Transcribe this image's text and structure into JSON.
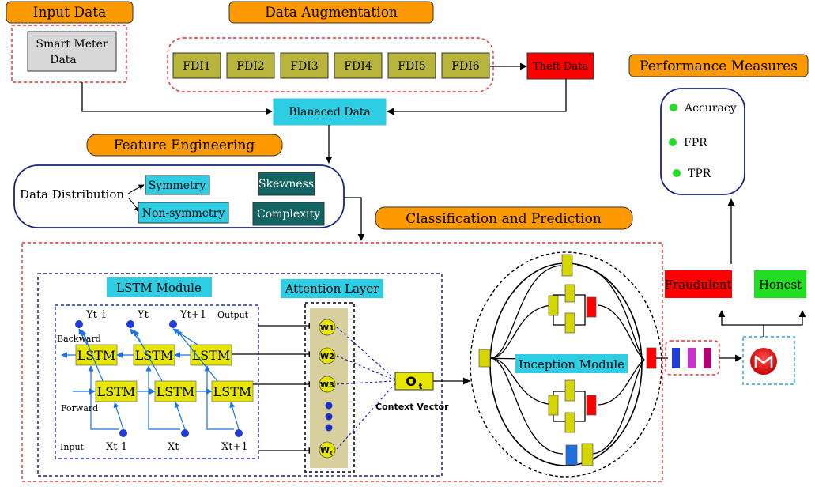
{
  "headers": {
    "input_data": "Input Data",
    "data_augmentation": "Data Augmentation",
    "feature_engineering": "Feature Engineering",
    "classification": "Classification and Prediction",
    "performance": "Performance Measures"
  },
  "input": {
    "smart_meter_line1": "Smart Meter",
    "smart_meter_line2": "Data"
  },
  "augmentation": {
    "fdi": [
      "FDI1",
      "FDI2",
      "FDI3",
      "FDI4",
      "FDI5",
      "FDI6"
    ],
    "theft": "Theft Data",
    "balanced": "Blanaced Data"
  },
  "feature": {
    "data_distribution": "Data Distribution",
    "symmetry": "Symmetry",
    "non_symmetry": "Non-symmetry",
    "skewness": "Skewness",
    "complexity": "Complexity"
  },
  "lstm": {
    "module": "LSTM Module",
    "cell": "LSTM",
    "outputs": [
      "Yt-1",
      "Yt",
      "Yt+1"
    ],
    "inputs": [
      "Xt-1",
      "Xt",
      "Xt+1"
    ],
    "output_label": "Output",
    "input_label": "Input",
    "backward": "Backward",
    "forward": "Forward"
  },
  "attention": {
    "layer": "Attention Layer",
    "weights": [
      "W1",
      "W2",
      "W3"
    ],
    "last_weight": "W",
    "last_sub": "t",
    "ot": "O",
    "ot_sub": "t",
    "context_vector": "Context Vector"
  },
  "inception": {
    "label": "Inception Module"
  },
  "results": {
    "fraudulent": "Fraudulent",
    "honest": "Honest"
  },
  "performance": {
    "metrics": [
      "Accuracy",
      "FPR",
      "TPR"
    ]
  },
  "colors": {
    "orange": "#ff9900",
    "cyan": "#2ecde3",
    "olive": "#b9b43b",
    "red": "#ff0000",
    "teal": "#126463",
    "yellow": "#e6e600",
    "blue": "#1f3cd6",
    "green": "#22dd22"
  }
}
